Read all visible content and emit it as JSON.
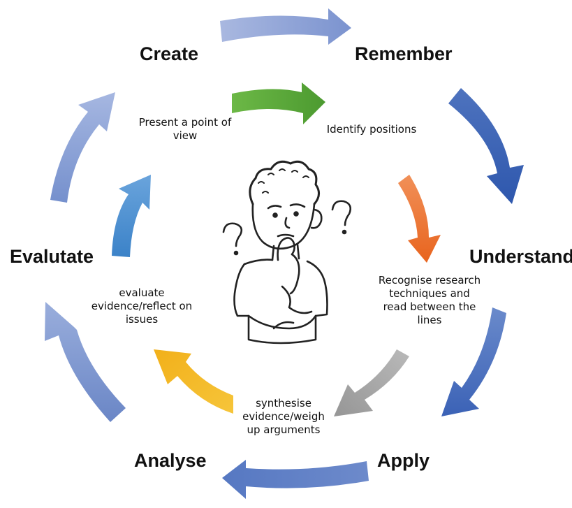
{
  "diagram": {
    "outer_stages": [
      {
        "id": "create",
        "label": "Create"
      },
      {
        "id": "remember",
        "label": "Remember"
      },
      {
        "id": "understand",
        "label": "Understand"
      },
      {
        "id": "apply",
        "label": "Apply"
      },
      {
        "id": "analyse",
        "label": "Analyse"
      },
      {
        "id": "evaluate",
        "label": "Evalutate"
      }
    ],
    "inner_activities": [
      {
        "id": "present",
        "text": "Present a point of view"
      },
      {
        "id": "identify",
        "text": "Identify positions"
      },
      {
        "id": "recognise",
        "text": "Recognise research techniques and read between the lines"
      },
      {
        "id": "synthesise",
        "text": "synthesise evidence/weigh up arguments"
      },
      {
        "id": "evaluate",
        "text": "evaluate evidence/reflect on issues"
      }
    ],
    "colors": {
      "outer_arrows": "#8096cc",
      "outer_arrows_dark": "#3b5fb2",
      "green": "#5aa83a",
      "orange": "#ee7430",
      "gray": "#a5a5a5",
      "yellow": "#f4bc26",
      "blue": "#4f92d2"
    },
    "center_figure": "thinking-person-with-question-marks"
  }
}
